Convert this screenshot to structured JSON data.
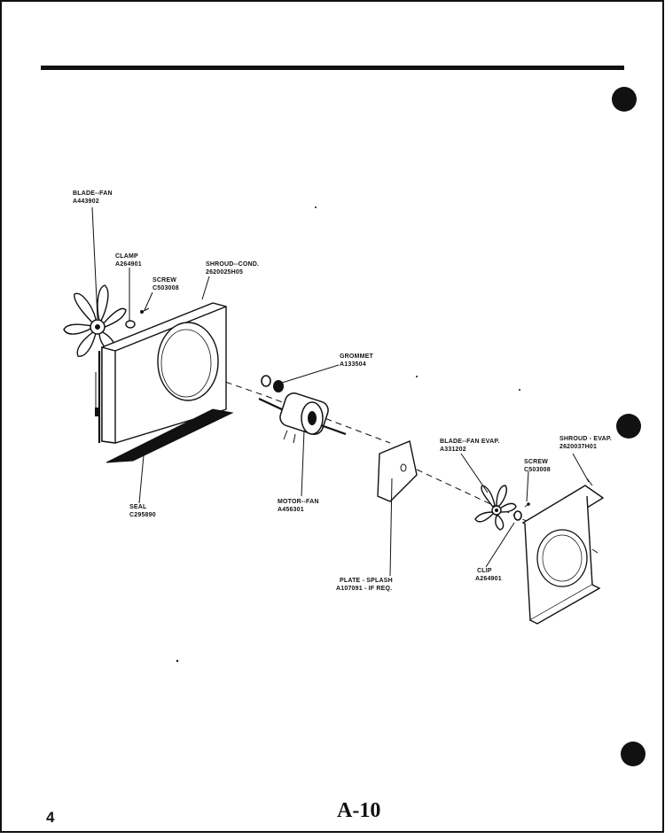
{
  "page": {
    "number": "4",
    "code": "A-10"
  },
  "parts": {
    "blade_fan": {
      "name": "BLADE--FAN",
      "part_no": "A443902"
    },
    "clamp": {
      "name": "CLAMP",
      "part_no": "A264901"
    },
    "screw_cond": {
      "name": "SCREW",
      "part_no": "C503008"
    },
    "shroud_cond": {
      "name": "SHROUD--COND.",
      "part_no": "2620025H05"
    },
    "grommet": {
      "name": "GROMMET",
      "part_no": "A133504"
    },
    "motor_fan": {
      "name": "MOTOR--FAN",
      "part_no": "A456301"
    },
    "seal": {
      "name": "SEAL",
      "part_no": "C295890"
    },
    "plate_splash": {
      "name": "PLATE - SPLASH",
      "part_no": "A107091 - IF REQ."
    },
    "blade_fan_evap": {
      "name": "BLADE--FAN EVAP.",
      "part_no": "A331202"
    },
    "screw_evap": {
      "name": "SCREW",
      "part_no": "C503008"
    },
    "shroud_evap": {
      "name": "SHROUD - EVAP.",
      "part_no": "2620037H01"
    },
    "clip": {
      "name": "CLIP",
      "part_no": "A264901"
    }
  },
  "colors": {
    "ink": "#111111",
    "paper": "#ffffff"
  }
}
